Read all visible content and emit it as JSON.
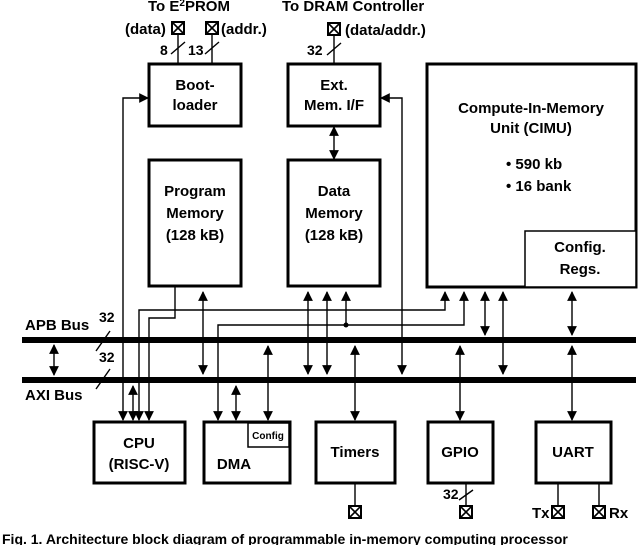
{
  "top_labels": {
    "eeprom_title_pre": "To E",
    "eeprom_title_sup": "2",
    "eeprom_title_post": "PROM",
    "dram_title": "To DRAM Controller",
    "eeprom_data": "(data)",
    "eeprom_addr": "(addr.)",
    "dram_data_addr": "(data/addr.)",
    "width_8": "8",
    "width_13": "13",
    "width_32_top": "32"
  },
  "blocks": {
    "bootloader": [
      "Boot-",
      "loader"
    ],
    "ext_mem": [
      "Ext.",
      "Mem. I/F"
    ],
    "cimu": [
      "Compute-In-Memory",
      "Unit (CIMU)"
    ],
    "cimu_bullets": [
      "• 590 kb",
      "• 16 bank"
    ],
    "config_regs": [
      "Config.",
      "Regs."
    ],
    "program_memory": [
      "Program",
      "Memory",
      "(128 kB)"
    ],
    "data_memory": [
      "Data",
      "Memory",
      "(128 kB)"
    ],
    "cpu": [
      "CPU",
      "(RISC-V)"
    ],
    "dma": "DMA",
    "dma_config": "Config",
    "timers": "Timers",
    "gpio": "GPIO",
    "uart": "UART"
  },
  "buses": {
    "apb": "APB Bus",
    "axi": "AXI Bus",
    "apb_width": "32",
    "axi_width": "32"
  },
  "bottom_labels": {
    "gpio_width": "32",
    "tx": "Tx",
    "rx": "Rx"
  },
  "caption": "Fig. 1. Architecture block diagram of programmable in-memory computing processor"
}
